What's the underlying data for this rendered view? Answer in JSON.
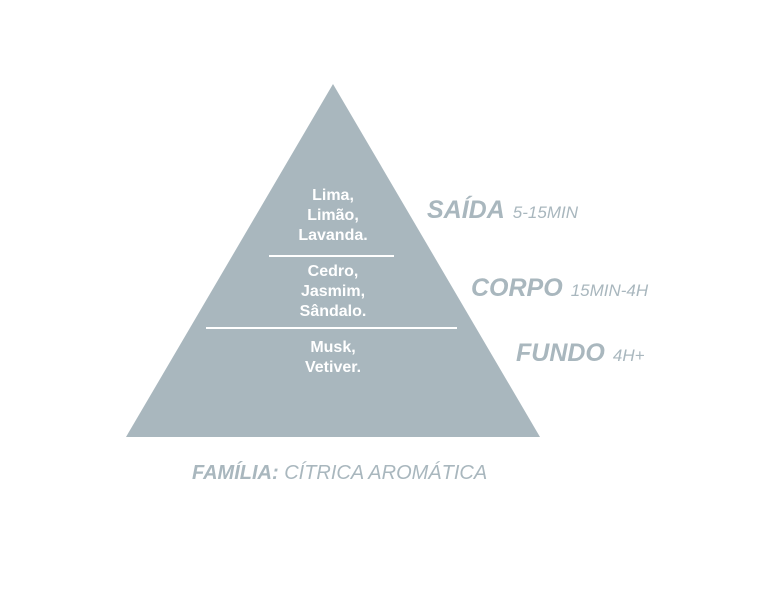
{
  "colors": {
    "pyramid": "#a9b7be",
    "text_on_pyramid": "#ffffff",
    "label": "#a9b7be",
    "background": "#ffffff"
  },
  "tiers": [
    {
      "name": "SAÍDA",
      "time": "5-15MIN",
      "notes": [
        "Lima,",
        "Limão,",
        "Lavanda."
      ]
    },
    {
      "name": "CORPO",
      "time": "15MIN-4H",
      "notes": [
        "Cedro,",
        "Jasmim,",
        "Sândalo."
      ]
    },
    {
      "name": "FUNDO",
      "time": "4H+",
      "notes": [
        "Musk,",
        "Vetiver."
      ]
    }
  ],
  "family": {
    "label": "FAMÍLIA:",
    "value": "CÍTRICA AROMÁTICA"
  }
}
